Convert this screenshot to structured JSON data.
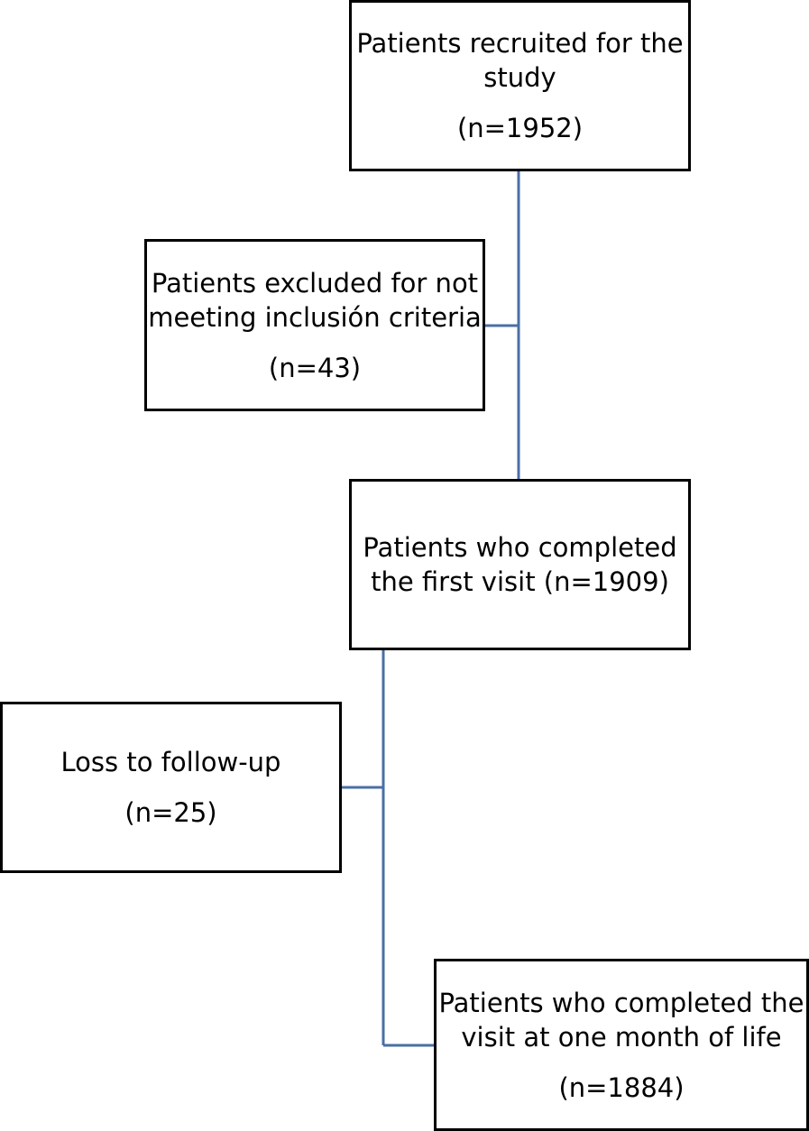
{
  "boxes": {
    "recruited": {
      "lines": [
        "Patients recruited for the",
        "study"
      ],
      "count": "(n=1952)"
    },
    "excluded": {
      "lines": [
        "Patients excluded for not",
        "meeting inclusión criteria"
      ],
      "count": "(n=43)"
    },
    "first_visit": {
      "lines": [
        "Patients who completed",
        "the first visit (n=1909)"
      ]
    },
    "loss": {
      "lines": [
        "Loss to follow-up"
      ],
      "count": "(n=25)"
    },
    "one_month": {
      "lines": [
        "Patients who completed the",
        "visit at one month of life"
      ],
      "count": "(n=1884)"
    }
  },
  "colors": {
    "connector": "#4a6fa5",
    "border": "#000000"
  }
}
